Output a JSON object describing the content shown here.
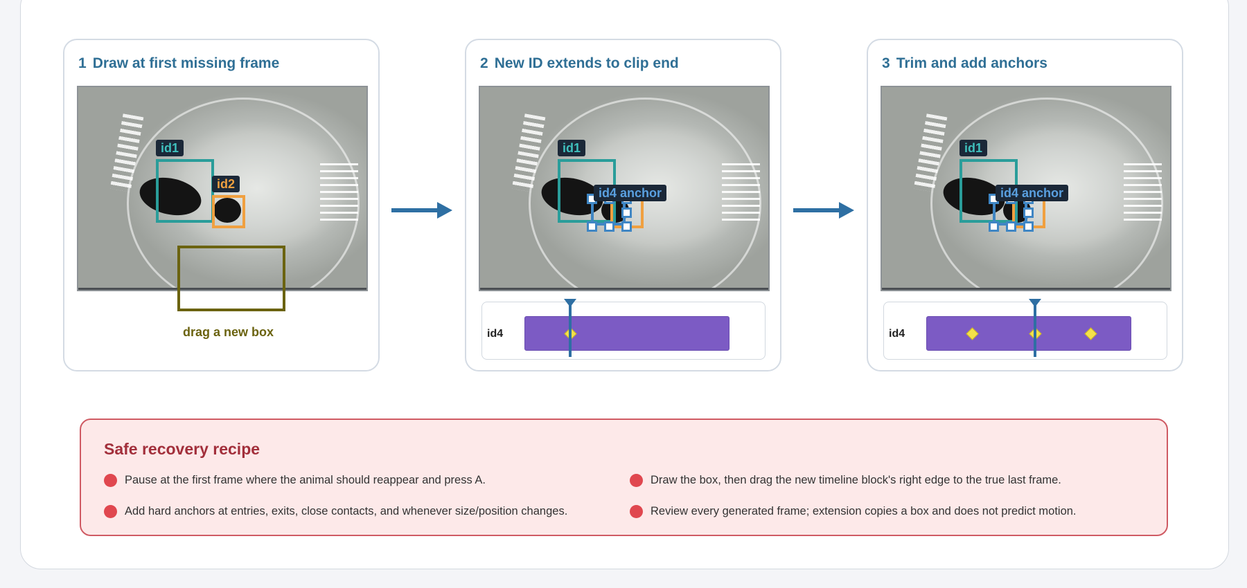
{
  "steps": [
    {
      "number": "1",
      "title": "Draw at first missing frame",
      "drag_label": "drag a new box"
    },
    {
      "number": "2",
      "title": "New ID extends to clip end",
      "track_label": "id4"
    },
    {
      "number": "3",
      "title": "Trim and add anchors",
      "track_label": "id4"
    }
  ],
  "tags": {
    "id1": "id1",
    "id2": "id2",
    "id4_anchor": "id4  anchor"
  },
  "recipe": {
    "title": "Safe recovery recipe",
    "tips": [
      "Pause at the first frame where the animal should reappear and press A.",
      "Draw the box, then drag the new timeline block's right edge to the true last frame.",
      "Add hard anchors at entries, exits, close contacts, and whenever size/position changes.",
      "Review every generated frame; extension copies a box and does not predict motion."
    ]
  },
  "colors": {
    "title_blue": "#2f6f95",
    "id1_teal": "#2a9d9a",
    "id2_orange": "#f0a040",
    "id4_blue": "#3f86c4",
    "new_box_olive": "#6b6310",
    "block_purple": "#7c5bc4",
    "anchor_yellow": "#f4e14a",
    "recipe_red": "#a22f3b"
  },
  "icons": [
    "arrow-right-icon",
    "playhead-icon",
    "anchor-diamond-icon",
    "bullet-dot-icon"
  ]
}
